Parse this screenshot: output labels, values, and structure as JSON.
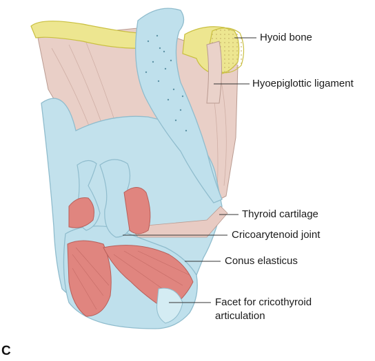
{
  "panel_letter": "C",
  "labels": {
    "hyoid_bone": "Hyoid bone",
    "hyoepiglottic_ligament": "Hyoepiglottic ligament",
    "thyroid_cartilage": "Thyroid cartilage",
    "cricoarytenoid_joint": "Cricoarytenoid joint",
    "conus_elasticus": "Conus elasticus",
    "facet_line1": "Facet for cricothyroid",
    "facet_line2": "articulation"
  },
  "colors": {
    "cartilage": "#bfe0ec",
    "cartilage_edge": "#8fbccd",
    "muscle": "#e0857f",
    "ligament": "#e6c4bb",
    "bone": "#ede690",
    "bone_edge": "#c9bf3f"
  }
}
